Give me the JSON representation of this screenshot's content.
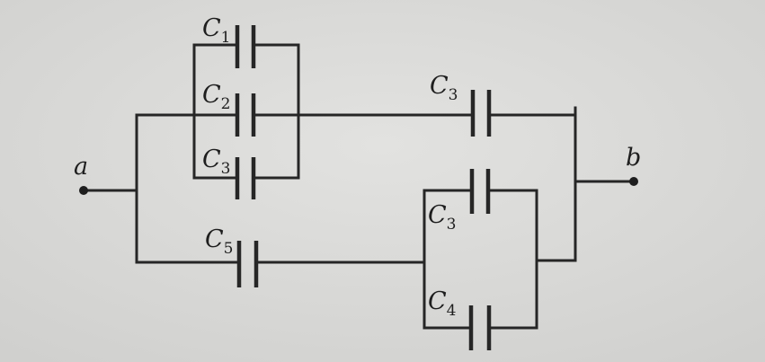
{
  "diagram": {
    "title": "Capacitor network between terminals a and b",
    "terminals": {
      "a": "a",
      "b": "b"
    },
    "capacitors": [
      {
        "id": "c1-top-left",
        "letter": "C",
        "sub": "1"
      },
      {
        "id": "c2-middle-left",
        "letter": "C",
        "sub": "2"
      },
      {
        "id": "c3-bottom-left",
        "letter": "C",
        "sub": "3"
      },
      {
        "id": "c3-top-right",
        "letter": "C",
        "sub": "3"
      },
      {
        "id": "c5-bottom",
        "letter": "C",
        "sub": "5"
      },
      {
        "id": "c3-lower-right",
        "letter": "C",
        "sub": "3"
      },
      {
        "id": "c4-lower-right",
        "letter": "C",
        "sub": "4"
      }
    ],
    "colors": {
      "background": "#d9d9d7",
      "ink": "#262626"
    }
  }
}
